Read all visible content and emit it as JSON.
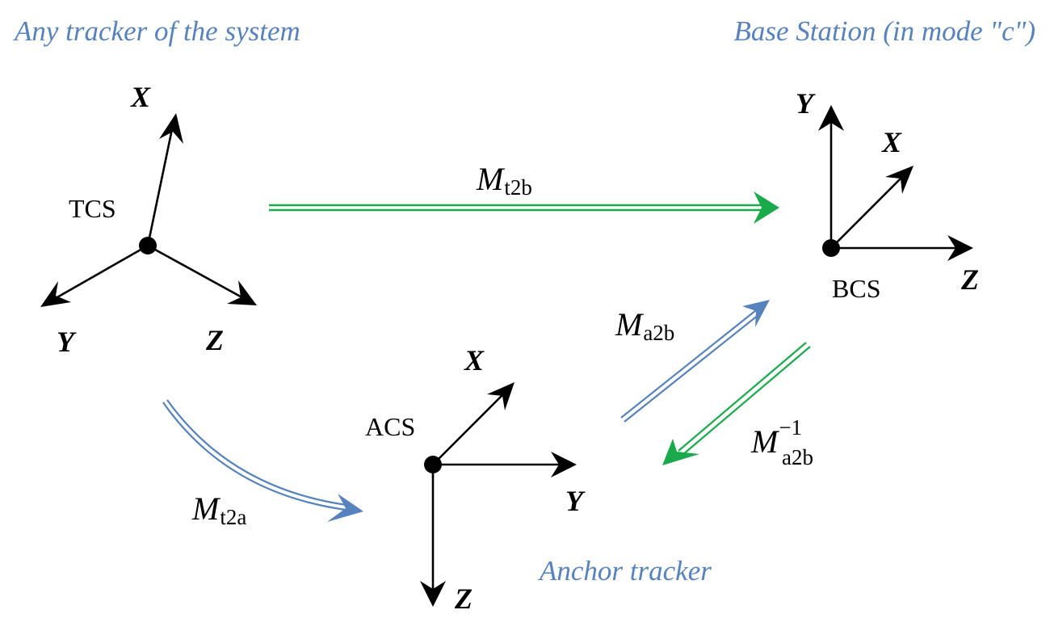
{
  "titles": {
    "tracker": "Any tracker of the system",
    "base_station": "Base Station (in mode \"c\")",
    "anchor": "Anchor tracker"
  },
  "frames": {
    "tcs": {
      "label": "TCS",
      "axes": {
        "x": "X",
        "y": "Y",
        "z": "Z"
      }
    },
    "bcs": {
      "label": "BCS",
      "axes": {
        "x": "X",
        "y": "Y",
        "z": "Z"
      }
    },
    "acs": {
      "label": "ACS",
      "axes": {
        "x": "X",
        "y": "Y",
        "z": "Z"
      }
    }
  },
  "transforms": {
    "t2b": {
      "symbol": "M",
      "subscript": "t2b",
      "superscript": "",
      "from": "TCS",
      "to": "BCS",
      "color": "#1aaa4b"
    },
    "a2b": {
      "symbol": "M",
      "subscript": "a2b",
      "superscript": "",
      "from": "ACS",
      "to": "BCS",
      "color": "#5682bd"
    },
    "a2b_inv": {
      "symbol": "M",
      "subscript": "a2b",
      "superscript": "−1",
      "from": "BCS",
      "to": "ACS",
      "color": "#1aaa4b"
    },
    "t2a": {
      "symbol": "M",
      "subscript": "t2a",
      "superscript": "",
      "from": "TCS",
      "to": "ACS",
      "color": "#5682bd"
    }
  },
  "colors": {
    "blue": "#5682bd",
    "green": "#1aaa4b",
    "black": "#000000"
  }
}
